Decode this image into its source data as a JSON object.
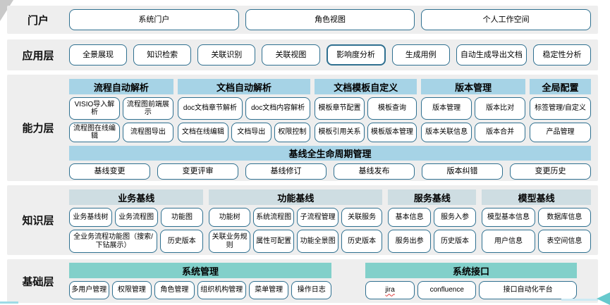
{
  "colors": {
    "band_background": "#eeeeee",
    "button_border": "#2f7090",
    "capability_header": "#a6d3e6",
    "knowledge_header": "#cedde2",
    "base_header": "#82d0ca",
    "spellcheck_underline": "#e03b3b",
    "arrow_teal": "#67c9cd"
  },
  "portal": {
    "label": "门户",
    "items": [
      "系统门户",
      "角色视图",
      "个人工作空间"
    ]
  },
  "app": {
    "label": "应用层",
    "items": [
      "全景展现",
      "知识检索",
      "关联识别",
      "关联视图",
      "影响度分析",
      "生成用例",
      "自动生成导出文档",
      "稳定性分析"
    ]
  },
  "capability": {
    "label": "能力层",
    "groups": [
      {
        "title": "流程自动解析",
        "rows": [
          [
            "VISIO导入解析",
            "流程图前端展示"
          ],
          [
            "流程图在线编辑",
            "流程图导出"
          ]
        ]
      },
      {
        "title": "文档自动解析",
        "rows": [
          [
            "doc文档章节解析",
            "doc文档内容解析"
          ],
          [
            "文档在线编辑",
            "文档导出",
            "权限控制"
          ]
        ]
      },
      {
        "title": "文档模板自定义",
        "rows": [
          [
            "模板章节配置",
            "模板查询"
          ],
          [
            "模板引用关系",
            "模板版本管理"
          ]
        ]
      },
      {
        "title": "版本管理",
        "rows": [
          [
            "版本管理",
            "版本比对"
          ],
          [
            "版本关联信息",
            "版本合并"
          ]
        ]
      },
      {
        "title": "全局配置",
        "rows": [
          [
            "标签管理/自定义"
          ],
          [
            "产品管理"
          ]
        ]
      }
    ],
    "banner": "基线全生命周期管理",
    "banner_items": [
      "基线变更",
      "变更评审",
      "基线修订",
      "基线发布",
      "版本纠错",
      "变更历史"
    ]
  },
  "knowledge": {
    "label": "知识层",
    "groups": [
      {
        "title": "业务基线",
        "rows": [
          [
            "业务基线树",
            "业务流程图",
            "功能图"
          ],
          [
            "全业务流程功能图（搜索/下钻展示）",
            "历史版本"
          ]
        ]
      },
      {
        "title": "功能基线",
        "rows": [
          [
            "功能树",
            "系统流程图",
            "子流程管理",
            "关联服务"
          ],
          [
            "关联业务规则",
            "属性可配置",
            "功能全景图",
            "历史版本"
          ]
        ]
      },
      {
        "title": "服务基线",
        "rows": [
          [
            "基本信息",
            "服务入参"
          ],
          [
            "服务出参",
            "历史版本"
          ]
        ]
      },
      {
        "title": "模型基线",
        "rows": [
          [
            "模型基本信息",
            "数据库信息"
          ],
          [
            "用户信息",
            "表空间信息"
          ]
        ]
      }
    ]
  },
  "base": {
    "label": "基础层",
    "groups": [
      {
        "title": "系统管理",
        "items": [
          "多用户管理",
          "权限管理",
          "角色管理",
          "组织机构管理",
          "菜单管理",
          "操作日志"
        ]
      },
      {
        "title": "系统接口",
        "items": [
          "jira",
          "confluence",
          "接口自动化平台"
        ]
      }
    ]
  }
}
